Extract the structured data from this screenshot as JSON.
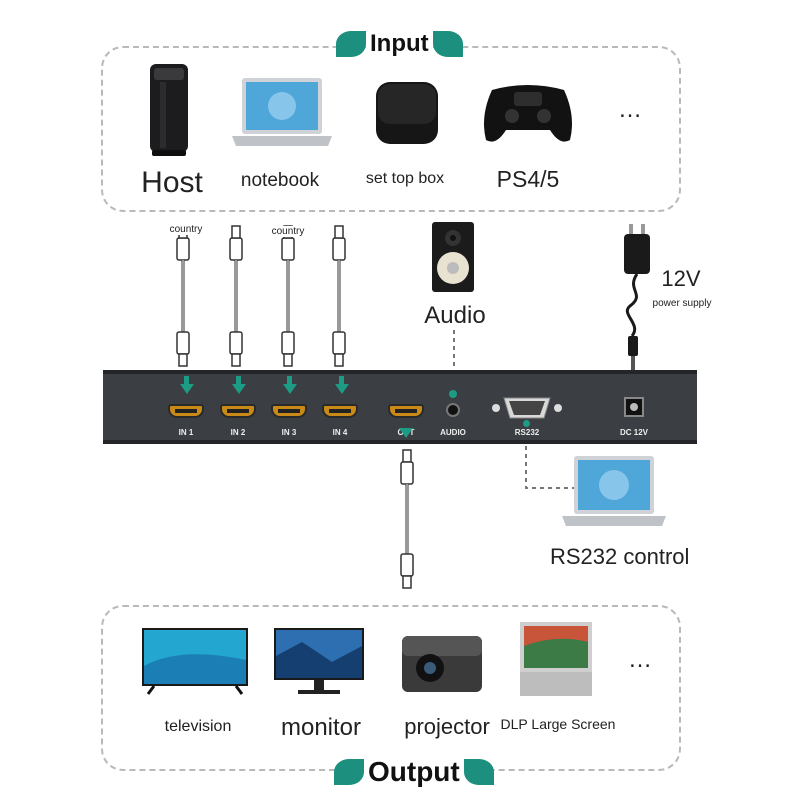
{
  "input": {
    "title": "Input",
    "devices": [
      {
        "label": "Host",
        "icon": "tower-pc-icon"
      },
      {
        "label": "notebook",
        "icon": "laptop-icon"
      },
      {
        "label": "set top box",
        "icon": "set-top-box-icon"
      },
      {
        "label": "PS4/5",
        "icon": "gamepad-icon"
      }
    ],
    "more": "…"
  },
  "cables": {
    "country_1": "country",
    "country_2": "country"
  },
  "audio": {
    "label": "Audio"
  },
  "power": {
    "voltage": "12V",
    "caption": "power supply"
  },
  "device_box": {
    "ports": [
      "IN 1",
      "IN 2",
      "IN 3",
      "IN 4",
      "OUT",
      "AUDIO",
      "RS232",
      "DC 12V"
    ]
  },
  "rs232": {
    "label": "RS232 control"
  },
  "output": {
    "title": "Output",
    "devices": [
      {
        "label": "television",
        "icon": "tv-icon"
      },
      {
        "label": "monitor",
        "icon": "monitor-icon"
      },
      {
        "label": "projector",
        "icon": "projector-icon"
      },
      {
        "label": "DLP Large Screen",
        "icon": "dlp-screen-icon"
      }
    ],
    "more": "…"
  },
  "colors": {
    "accent": "#1d8f7e",
    "port": "#c98a17",
    "box": "#3b3e42"
  }
}
